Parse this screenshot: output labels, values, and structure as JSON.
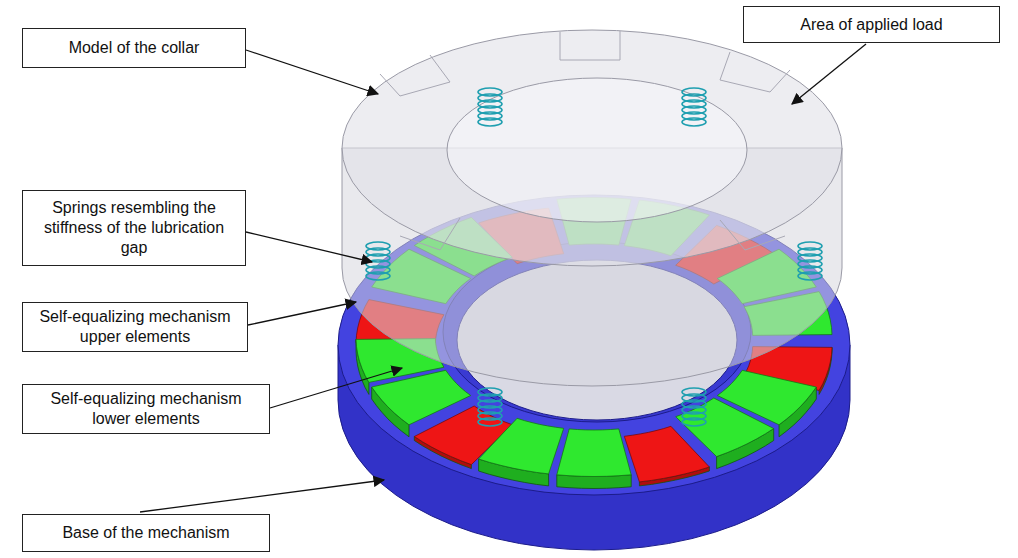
{
  "diagram": {
    "nodes": [
      {
        "text": [
          "Area of applied load"
        ]
      },
      {
        "text": [
          "Model of the collar"
        ]
      },
      {
        "text": [
          "Springs resembling the stiffness of the lubrication gap"
        ]
      },
      {
        "text": [
          "Self-equalizing mechanism upper elements"
        ]
      },
      {
        "text": [
          "Self-equalizing mechanism lower elements"
        ]
      },
      {
        "text": [
          "Base of the mechanism"
        ]
      }
    ]
  }
}
